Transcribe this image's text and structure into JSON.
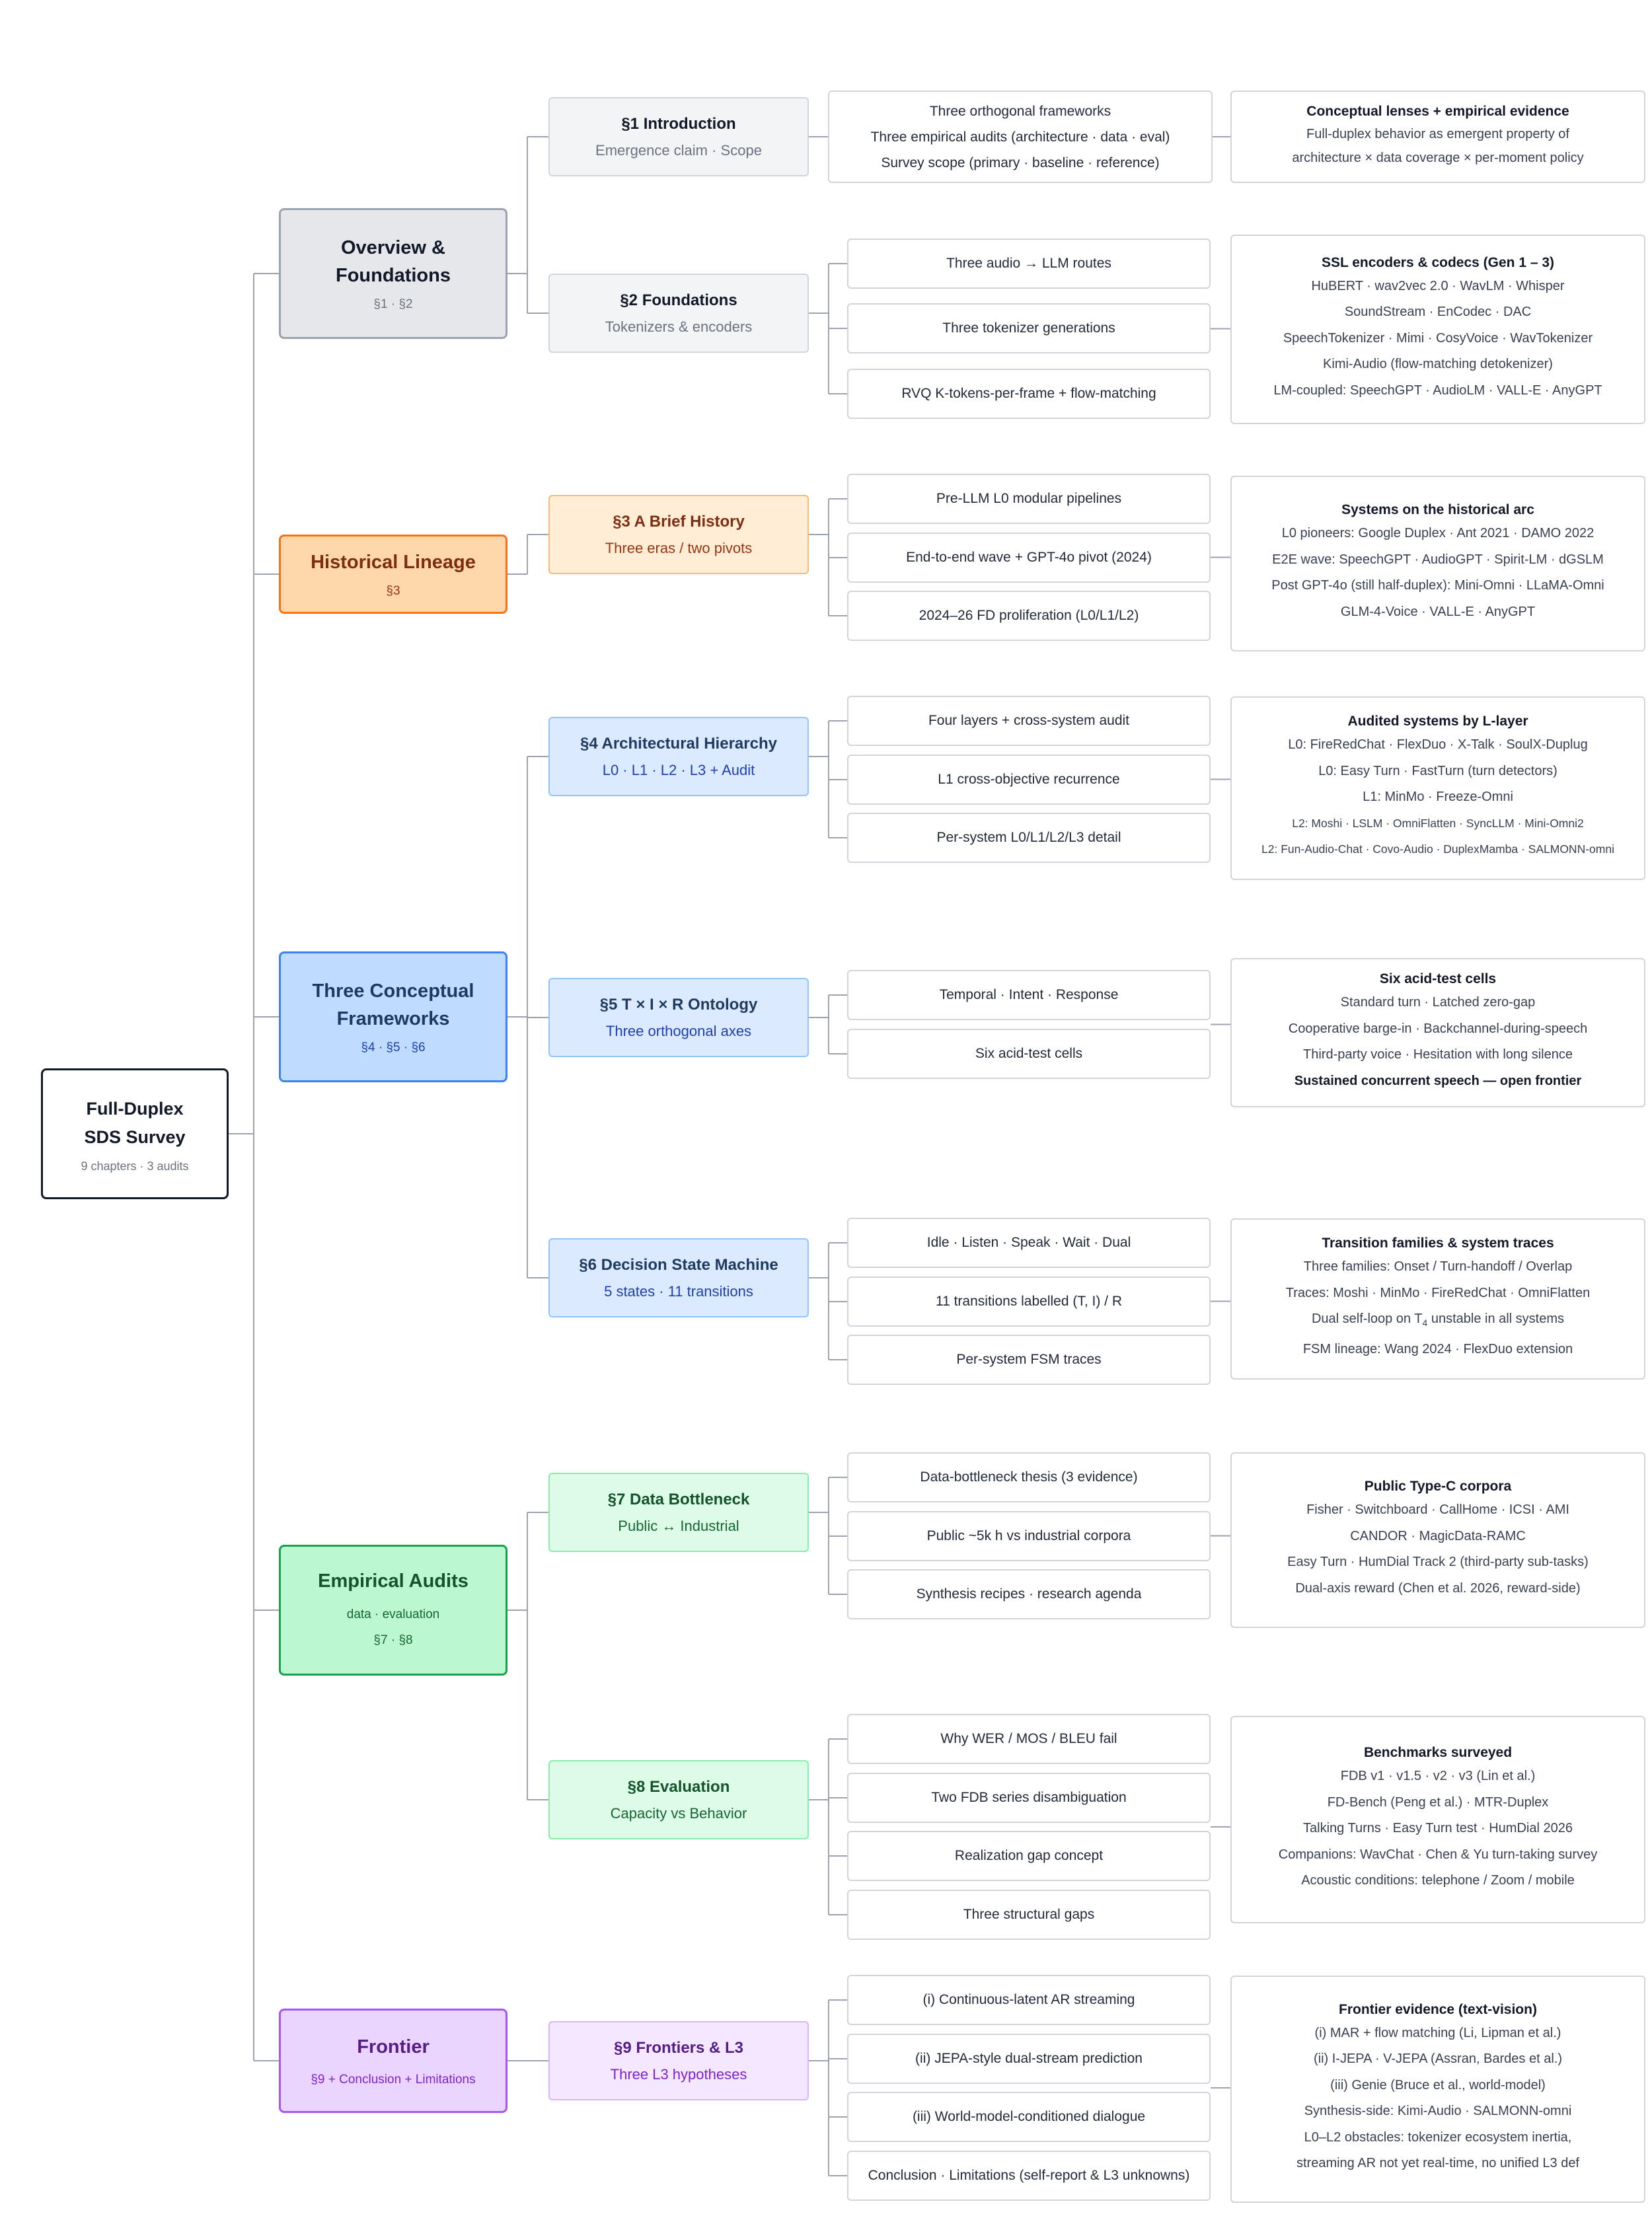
{
  "root": {
    "title": "Full-Duplex\nSDS Survey",
    "subtitle": "9 chapters · 3 audits"
  },
  "categories": {
    "overview": {
      "title": "Overview &\nFoundations",
      "subtitle": "§1 · §2"
    },
    "history": {
      "title": "Historical Lineage",
      "subtitle": "§3"
    },
    "frameworks": {
      "title": "Three Conceptual\nFrameworks",
      "subtitle": "§4 · §5 · §6"
    },
    "audits": {
      "title": "Empirical Audits",
      "subtitle": "data · evaluation\n§7 · §8"
    },
    "frontier": {
      "title": "Frontier",
      "subtitle": "§9 + Conclusion + Limitations"
    }
  },
  "sections": {
    "s1": {
      "title": "§1 Introduction",
      "subtitle": "Emergence claim · Scope"
    },
    "s2": {
      "title": "§2 Foundations",
      "subtitle": "Tokenizers & encoders"
    },
    "s3": {
      "title": "§3 A Brief History",
      "subtitle": "Three eras / two pivots"
    },
    "s4": {
      "title": "§4 Architectural Hierarchy",
      "subtitle": "L0 · L1 · L2 · L3 + Audit"
    },
    "s5": {
      "title": "§5 T × I × R Ontology",
      "subtitle": "Three orthogonal axes"
    },
    "s6": {
      "title": "§6 Decision State Machine",
      "subtitle": "5 states · 11 transitions"
    },
    "s7": {
      "title": "§7 Data Bottleneck",
      "subtitle": "Public ↔ Industrial"
    },
    "s8": {
      "title": "§8 Evaluation",
      "subtitle": "Capacity vs Behavior"
    },
    "s9": {
      "title": "§9 Frontiers & L3",
      "subtitle": "Three L3 hypotheses"
    }
  },
  "intro_box": {
    "text": "Three orthogonal frameworks\nThree empirical audits (architecture · data · eval)\nSurvey scope (primary · baseline · reference)"
  },
  "leaves": {
    "s2": [
      "Three audio → LLM routes",
      "Three tokenizer generations",
      "RVQ K-tokens-per-frame + flow-matching"
    ],
    "s3": [
      "Pre-LLM L0 modular pipelines",
      "End-to-end wave + GPT-4o pivot (2024)",
      "2024–26 FD proliferation (L0/L1/L2)"
    ],
    "s4": [
      "Four layers + cross-system audit",
      "L1 cross-objective recurrence",
      "Per-system L0/L1/L2/L3 detail"
    ],
    "s5": [
      "Temporal · Intent · Response",
      "Six acid-test cells"
    ],
    "s6": [
      "Idle · Listen · Speak · Wait · Dual",
      "11 transitions labelled (T, I) / R",
      "Per-system FSM traces"
    ],
    "s7": [
      "Data-bottleneck thesis (3 evidence)",
      "Public ~5k h vs industrial corpora",
      "Synthesis recipes · research agenda"
    ],
    "s8": [
      "Why WER / MOS / BLEU fail",
      "Two FDB series disambiguation",
      "Realization gap concept",
      "Three structural gaps"
    ],
    "s9": [
      "(i) Continuous-latent AR streaming",
      "(ii) JEPA-style dual-stream prediction",
      "(iii) World-model-conditioned dialogue",
      "Conclusion · Limitations (self-report & L3 unknowns)"
    ]
  },
  "details": {
    "d1": {
      "title": "Conceptual lenses + empirical evidence",
      "lines": [
        "Full-duplex behavior as emergent property of",
        "architecture × data coverage × per-moment policy"
      ]
    },
    "d2": {
      "title": "SSL encoders & codecs (Gen 1 – 3)",
      "lines": [
        "HuBERT · wav2vec 2.0 · WavLM · Whisper",
        "SoundStream · EnCodec · DAC",
        "SpeechTokenizer · Mimi · CosyVoice · WavTokenizer",
        "Kimi-Audio (flow-matching detokenizer)",
        "LM-coupled: SpeechGPT · AudioLM · VALL-E · AnyGPT"
      ]
    },
    "d3": {
      "title": "Systems on the historical arc",
      "lines": [
        "L0 pioneers: Google Duplex · Ant 2021 · DAMO 2022",
        "E2E wave: SpeechGPT · AudioGPT · Spirit-LM · dGSLM",
        "Post GPT-4o (still half-duplex): Mini-Omni · LLaMA-Omni",
        "GLM-4-Voice · VALL-E · AnyGPT"
      ]
    },
    "d4": {
      "title": "Audited systems by L-layer",
      "lines": [
        "L0: FireRedChat · FlexDuo · X-Talk · SoulX-Duplug",
        "L0: Easy Turn · FastTurn (turn detectors)",
        "L1: MinMo · Freeze-Omni",
        "L2: Moshi · LSLM · OmniFlatten · SyncLLM · Mini-Omni2",
        "L2: Fun-Audio-Chat · Covo-Audio · DuplexMamba · SALMONN-omni"
      ]
    },
    "d5": {
      "title": "Six acid-test cells",
      "lines": [
        "Standard turn · Latched zero-gap",
        "Cooperative barge-in · Backchannel-during-speech",
        "Third-party voice · Hesitation with long silence",
        "Sustained concurrent speech — open frontier"
      ]
    },
    "d6": {
      "title": "Transition families & system traces",
      "lines": [
        "Three families: Onset / Turn-handoff / Overlap",
        "Traces: Moshi · MinMo · FireRedChat · OmniFlatten",
        "Dual self-loop on T",
        "unstable in all systems",
        "FSM lineage: Wang 2024 · FlexDuo extension"
      ],
      "sub": "4"
    },
    "d7": {
      "title": "Public Type-C corpora",
      "lines": [
        "Fisher · Switchboard · CallHome · ICSI · AMI",
        "CANDOR · MagicData-RAMC",
        "Easy Turn · HumDial Track 2 (third-party sub-tasks)",
        "Dual-axis reward (Chen et al. 2026, reward-side)"
      ]
    },
    "d8": {
      "title": "Benchmarks surveyed",
      "lines": [
        "FDB v1 · v1.5 · v2 · v3 (Lin et al.)",
        "FD-Bench (Peng et al.) · MTR-Duplex",
        "Talking Turns · Easy Turn test · HumDial 2026",
        "Companions: WavChat · Chen & Yu turn-taking survey",
        "Acoustic conditions: telephone / Zoom / mobile"
      ]
    },
    "d9": {
      "title": "Frontier evidence (text-vision)",
      "lines": [
        "(i) MAR + flow matching (Li, Lipman et al.)",
        "(ii) I-JEPA · V-JEPA (Assran, Bardes et al.)",
        "(iii) Genie (Bruce et al., world-model)",
        "Synthesis-side: Kimi-Audio · SALMONN-omni",
        "L0–L2 obstacles: tokenizer ecosystem inertia,",
        "streaming AR not yet real-time, no unified L3 def"
      ]
    }
  },
  "colors": {
    "line": "#9ca3af",
    "overview": {
      "fill": "#e5e7eb",
      "border": "#9ca3af",
      "text": "#111827",
      "sub": "#6b7280",
      "secfill": "#f3f4f6",
      "secborder": "#d1d5db"
    },
    "history": {
      "fill": "#fed7aa",
      "border": "#f97316",
      "text": "#7c2d12",
      "sub": "#9a3412",
      "secfill": "#ffedd5",
      "secborder": "#fdba74"
    },
    "frameworks": {
      "fill": "#bfdbfe",
      "border": "#3b82f6",
      "text": "#1e3a5f",
      "sub": "#1e40af",
      "secfill": "#dbeafe",
      "secborder": "#93c5fd"
    },
    "audits": {
      "fill": "#bbf7d0",
      "border": "#16a34a",
      "text": "#14532d",
      "sub": "#166534",
      "secfill": "#dcfce7",
      "secborder": "#86efac"
    },
    "frontier": {
      "fill": "#e9d5ff",
      "border": "#a855f7",
      "text": "#581c87",
      "sub": "#7e22ce",
      "secfill": "#f3e8ff",
      "secborder": "#d8b4fe"
    }
  }
}
